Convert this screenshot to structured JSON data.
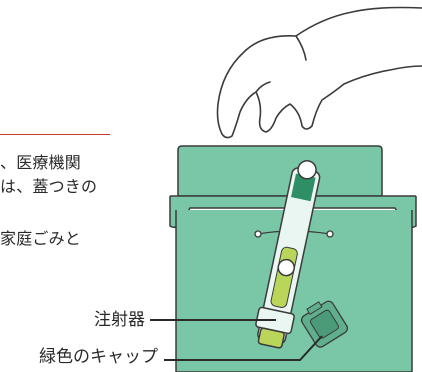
{
  "instructions": {
    "lines": [
      "、医療機関",
      "は、蓋つきの",
      "家庭ごみと"
    ]
  },
  "callouts": {
    "syringe": "注射器",
    "green_cap": "緑色のキャップ"
  },
  "colors": {
    "accent_rule": "#c0392b",
    "box_green": "#79c7a6",
    "box_green_dark": "#5fae8c",
    "outline": "#3b3b3b",
    "cap_dark": "#2e8f67",
    "chartreuse": "#b9d65a"
  },
  "icons": [
    "hand-icon",
    "disposal-box-icon",
    "pen-syringe-icon",
    "green-cap-icon"
  ]
}
